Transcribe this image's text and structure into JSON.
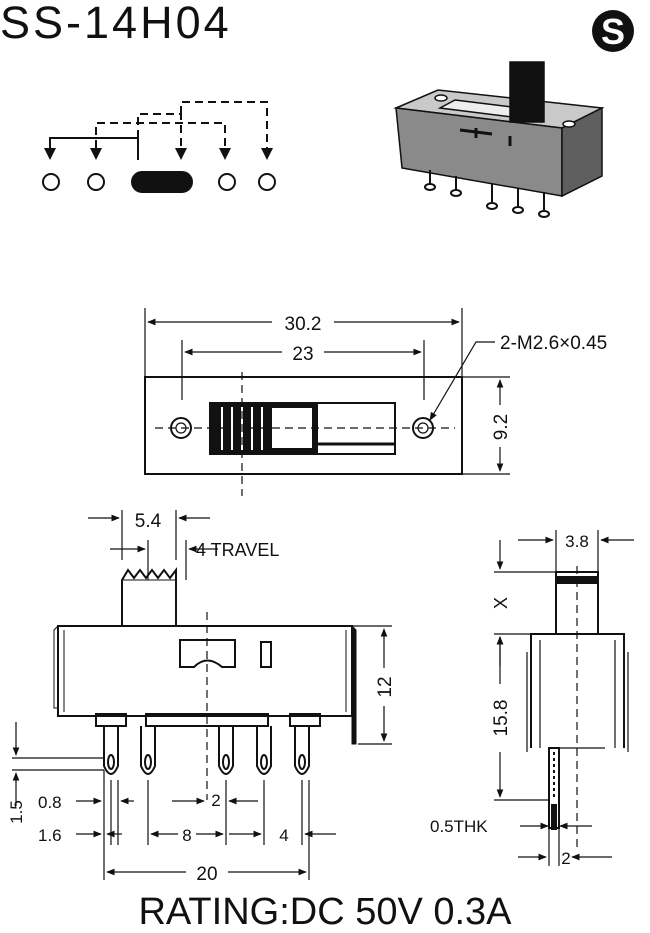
{
  "title": "SS-14H04",
  "logo_letter": "S",
  "rating": "RATING:DC 50V 0.3A",
  "top_view": {
    "dim_overall": "30.2",
    "dim_holes": "23",
    "dim_height": "9.2",
    "hole_callout": "2-M2.6×0.45"
  },
  "front_view": {
    "dim_knob": "5.4",
    "travel": "4 TRAVEL",
    "dim_height": "12",
    "dim_1_5": "1.5",
    "dim_0_8": "0.8",
    "dim_1_6": "1.6",
    "dim_8": "8",
    "dim_2": "2",
    "dim_4": "4",
    "dim_20": "20"
  },
  "side_view": {
    "dim_knob_width": "3.8",
    "dim_x": "X",
    "dim_body": "15.8",
    "thickness": "0.5THK",
    "dim_pin": "2"
  }
}
